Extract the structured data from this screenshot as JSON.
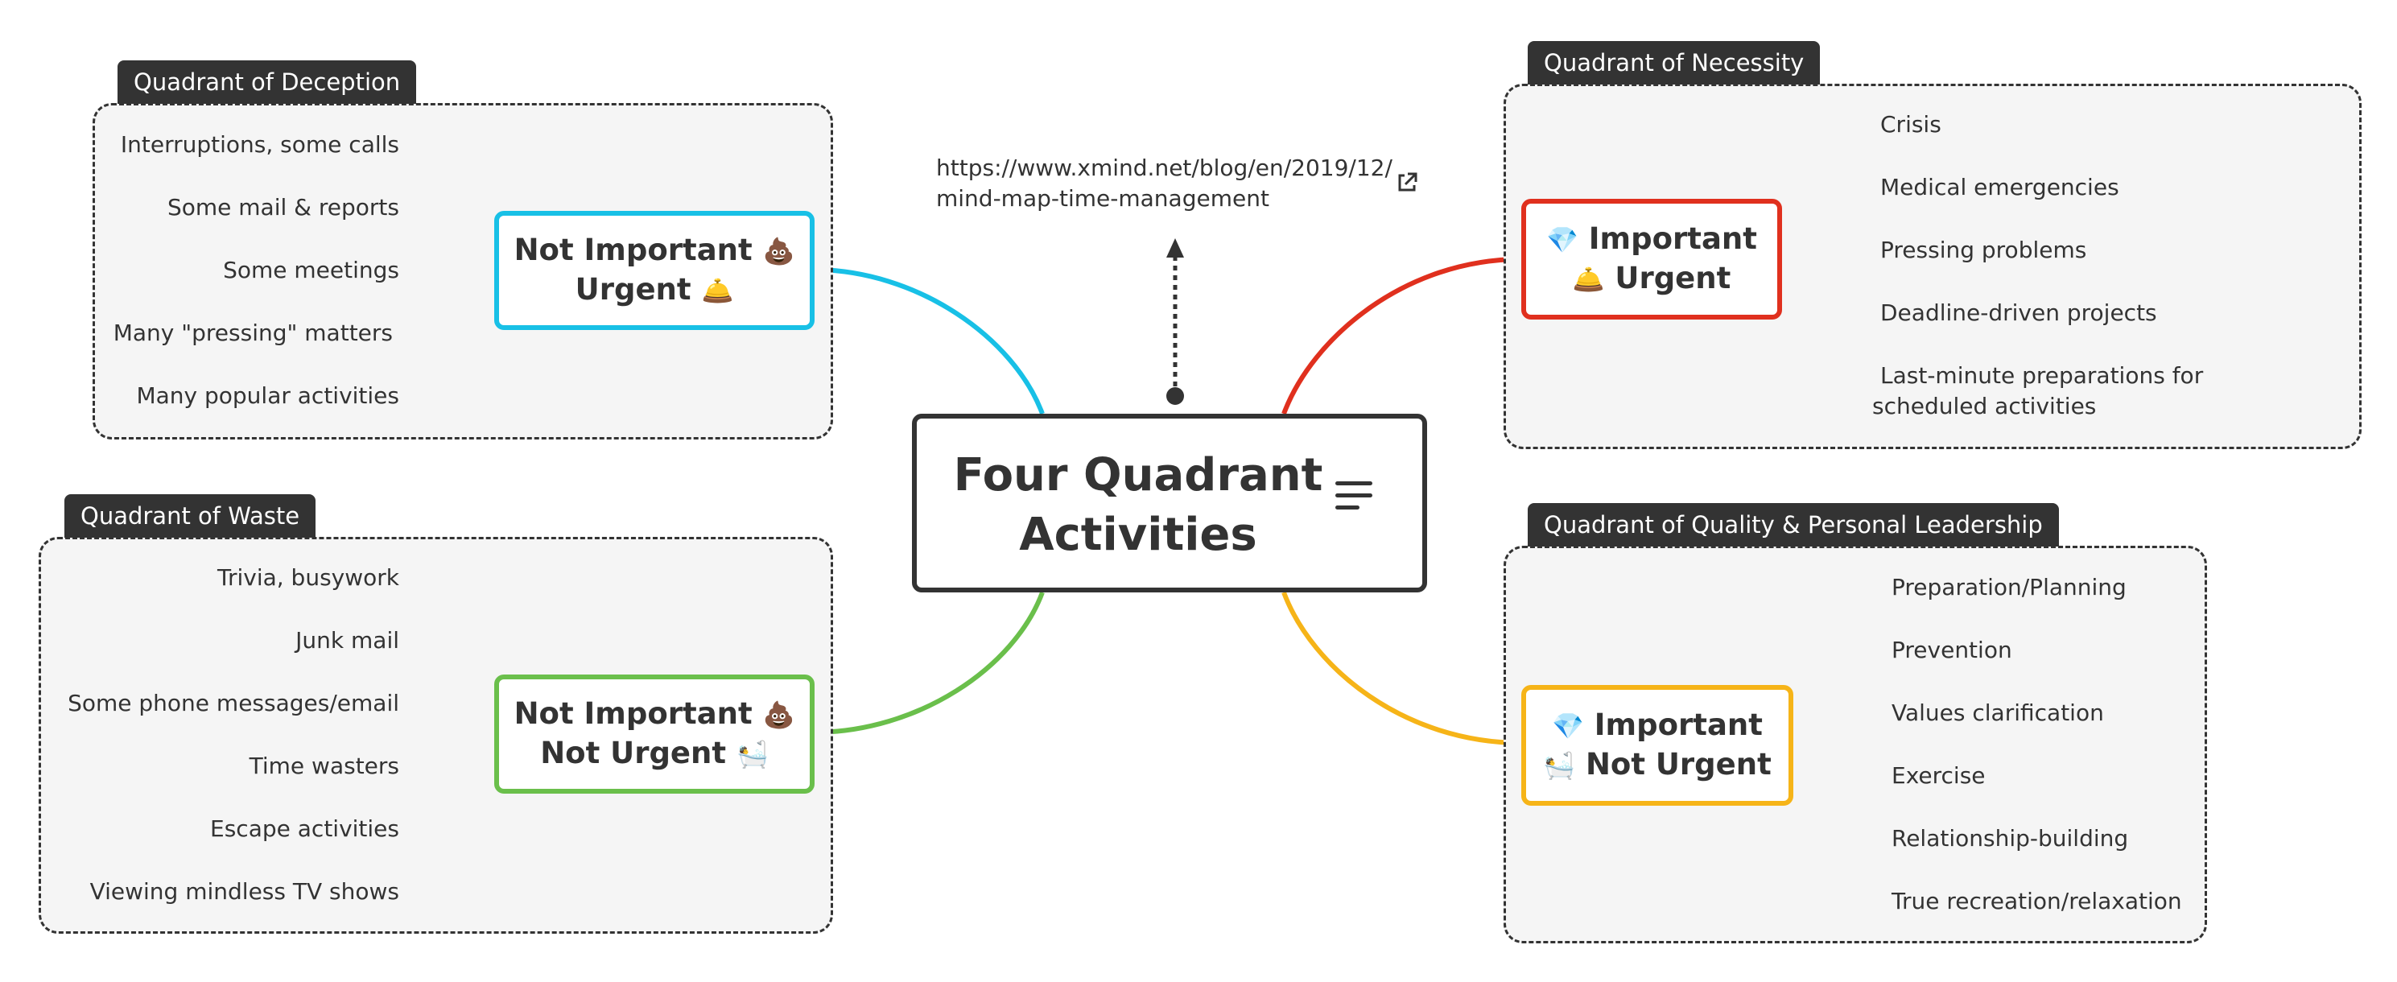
{
  "central": {
    "title_line1": "Four Quadrant",
    "title_line2": "Activities",
    "notes_icon": "notes-icon",
    "link_line1": "https://www.xmind.net/blog/en/2019/12/",
    "link_line2": "mind-map-time-management",
    "link_icon": "external-link-icon"
  },
  "deception": {
    "title": "Quadrant of Deception",
    "color": "#18c0e6",
    "topic_line1": "Not Important",
    "topic_emoji1": "💩",
    "topic_line2": "Urgent",
    "topic_emoji2": "🛎️",
    "items": [
      "Interruptions, some calls",
      "Some mail & reports",
      "Some meetings",
      "Many \"pressing\" matters",
      "Many popular activities"
    ]
  },
  "necessity": {
    "title": "Quadrant of Necessity",
    "color": "#e0301e",
    "topic_emoji1": "💎",
    "topic_line1": "Important",
    "topic_emoji2": "🛎️",
    "topic_line2": "Urgent",
    "items": [
      "Crisis",
      "Medical emergencies",
      "Pressing problems",
      "Deadline-driven projects",
      "Last-minute preparations for scheduled activities"
    ]
  },
  "waste": {
    "title": "Quadrant of Waste",
    "color": "#6abf4b",
    "topic_line1": "Not Important",
    "topic_emoji1": "💩",
    "topic_line2": "Not Urgent",
    "topic_emoji2": "🛀",
    "items": [
      "Trivia, busywork",
      "Junk mail",
      "Some phone messages/email",
      "Time wasters",
      "Escape activities",
      "Viewing mindless TV shows"
    ]
  },
  "quality": {
    "title": "Quadrant of Quality & Personal Leadership",
    "color": "#f6b418",
    "topic_emoji1": "💎",
    "topic_line1": "Important",
    "topic_emoji2": "🛀",
    "topic_line2": "Not Urgent",
    "items": [
      "Preparation/Planning",
      "Prevention",
      "Values clarification",
      "Exercise",
      "Relationship-building",
      "True recreation/relaxation"
    ]
  }
}
